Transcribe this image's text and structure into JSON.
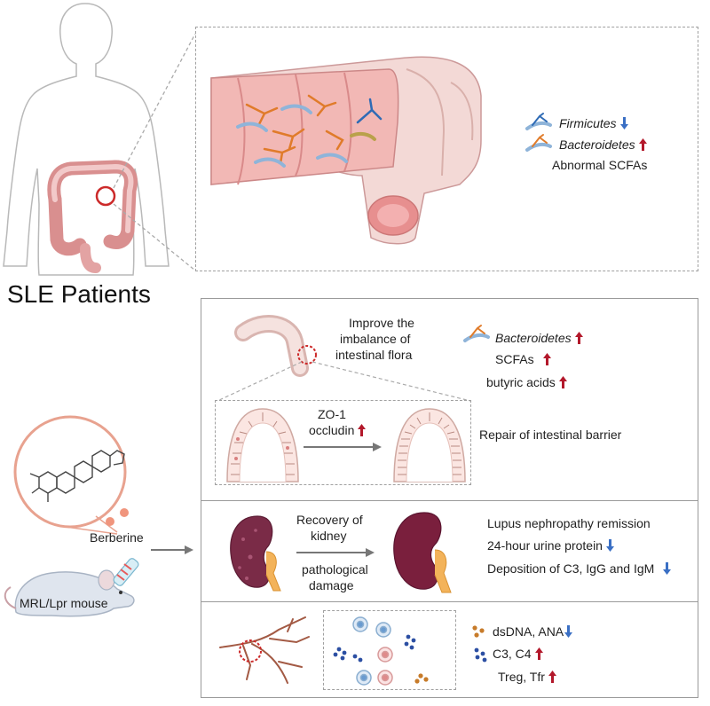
{
  "title": "SLE Patients",
  "top_panel": {
    "legend": [
      {
        "name": "Firmicutes",
        "direction": "down"
      },
      {
        "name": "Bacteroidetes",
        "direction": "up"
      }
    ],
    "note": "Abnormal SCFAs"
  },
  "left": {
    "drug": "Berberine",
    "model": "MRL/Lpr mouse"
  },
  "gut_panel": {
    "heading": [
      "Improve the",
      "imbalance of",
      "intestinal flora"
    ],
    "results": [
      {
        "text": "Bacteroidetes",
        "italic": true,
        "direction": "up"
      },
      {
        "text": "SCFAs",
        "italic": false,
        "direction": "up"
      },
      {
        "text": "butyric acids",
        "italic": false,
        "direction": "up"
      }
    ],
    "barrier_markers": [
      "ZO-1",
      "occludin"
    ],
    "barrier_result": "Repair of intestinal barrier"
  },
  "kidney_panel": {
    "arrow_label": [
      "Recovery of",
      "kidney",
      "pathological",
      "damage"
    ],
    "results": [
      {
        "text": "Lupus nephropathy remission",
        "direction": ""
      },
      {
        "text": "24-hour urine protein",
        "direction": "down"
      },
      {
        "text": "Deposition of C3, IgG and IgM",
        "direction": "down"
      }
    ]
  },
  "immune_panel": {
    "results": [
      {
        "text": "dsDNA, ANA",
        "direction": "down"
      },
      {
        "text": "C3, C4",
        "direction": "up"
      },
      {
        "text": "Treg, Tfr",
        "direction": "up"
      }
    ]
  },
  "colors": {
    "up_arrow": "#b3182b",
    "down_arrow": "#3a6fc4",
    "kidney": "#7a1f3d",
    "intestine": "#e9a9a9",
    "border": "#9a9a9a"
  }
}
